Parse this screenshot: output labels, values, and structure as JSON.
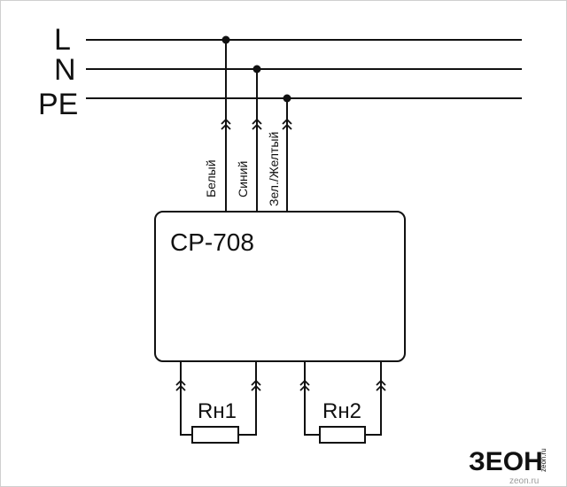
{
  "bus": {
    "L": "L",
    "N": "N",
    "PE": "PE"
  },
  "wires": {
    "white": "Белый",
    "blue": "Синий",
    "yellow_green": "Зел./Желтый"
  },
  "device": {
    "name": "CP-708"
  },
  "loads": {
    "load1": "Rн1",
    "load2": "Rн2"
  },
  "logo": {
    "brand": "ЗЕОН",
    "vertical": "zeon.ru",
    "faint": "zeon.ru"
  }
}
